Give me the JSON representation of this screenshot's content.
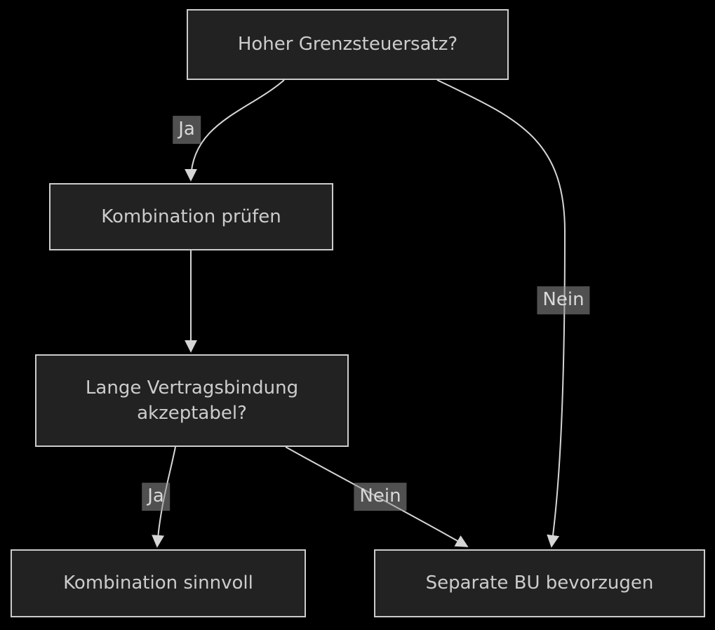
{
  "diagram": {
    "type": "flowchart",
    "direction": "top-down",
    "nodes": [
      {
        "id": "A",
        "label": "Hoher Grenzsteuersatz?"
      },
      {
        "id": "B",
        "label": "Kombination prüfen"
      },
      {
        "id": "C",
        "label": "Lange Vertragsbindung akzeptabel?"
      },
      {
        "id": "D",
        "label": "Kombination sinnvoll"
      },
      {
        "id": "E",
        "label": "Separate BU bevorzugen"
      }
    ],
    "edges": [
      {
        "from": "A",
        "to": "B",
        "label": "Ja"
      },
      {
        "from": "A",
        "to": "E",
        "label": "Nein"
      },
      {
        "from": "B",
        "to": "C",
        "label": ""
      },
      {
        "from": "C",
        "to": "D",
        "label": "Ja"
      },
      {
        "from": "C",
        "to": "E",
        "label": "Nein"
      }
    ],
    "colors": {
      "background": "#000000",
      "node_fill": "#222222",
      "node_border": "#cccccc",
      "node_text": "#cccccc",
      "edge_line": "#d6d6d6",
      "edge_label_bg": "#555555",
      "edge_label_text": "#d9d9d9"
    }
  }
}
